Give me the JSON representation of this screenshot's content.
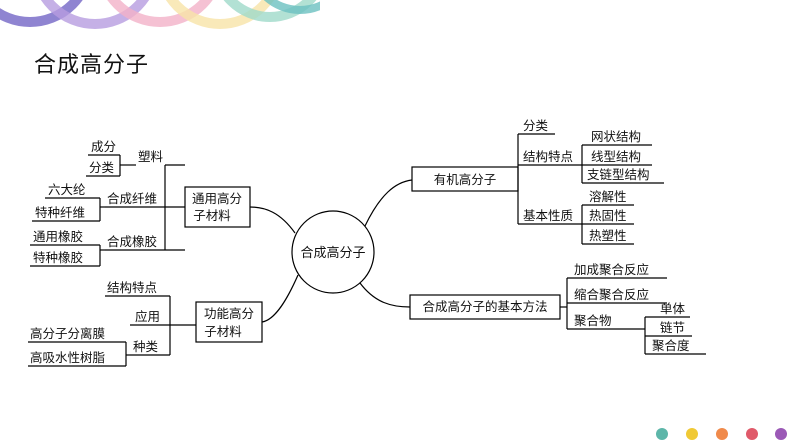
{
  "page": {
    "title": "合成高分子"
  },
  "colors": {
    "deco_arcs": [
      "#7b6fc9",
      "#b69ce0",
      "#f2b2c8",
      "#f7e4a8",
      "#9fd9c9",
      "#6cc0c0"
    ],
    "dots": [
      "#5db6a9",
      "#f0c935",
      "#f08a4b",
      "#e05a6a",
      "#9b59b6"
    ]
  },
  "diagram": {
    "center": "合成高分子",
    "organic": {
      "label": "有机高分子",
      "classify": "分类",
      "struct": "结构特点",
      "struct_items": [
        "网状结构",
        "线型结构",
        "支链型结构"
      ],
      "props": "基本性质",
      "prop_items": [
        "溶解性",
        "热固性",
        "热塑性"
      ]
    },
    "general": {
      "label_line1": "通用高分",
      "label_line2": "子材料",
      "plastic": "塑料",
      "plastic_items": [
        "成分",
        "分类"
      ],
      "fiber": "合成纤维",
      "fiber_items": [
        "六大纶",
        "特种纤维"
      ],
      "rubber": "合成橡胶",
      "rubber_items": [
        "通用橡胶",
        "特种橡胶"
      ]
    },
    "methods": {
      "label": "合成高分子的基本方法",
      "addition": "加成聚合反应",
      "condensation": "缩合聚合反应",
      "polymer": "聚合物",
      "polymer_items": [
        "单体",
        "链节",
        "聚合度"
      ]
    },
    "functional": {
      "label_line1": "功能高分",
      "label_line2": "子材料",
      "struct": "结构特点",
      "application": "应用",
      "types": "种类",
      "type_items": [
        "高分子分离膜",
        "高吸水性树脂"
      ]
    }
  }
}
